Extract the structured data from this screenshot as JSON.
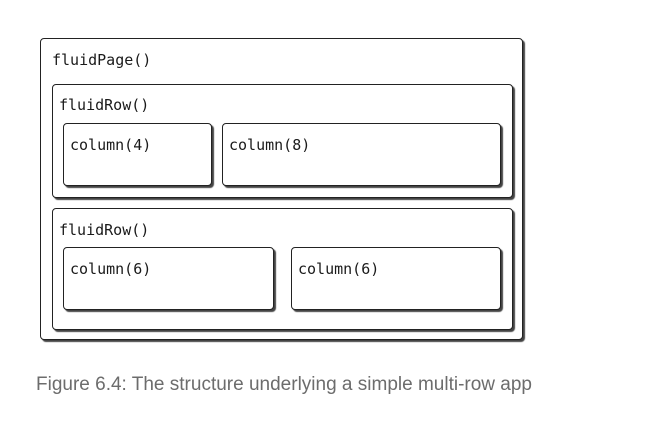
{
  "diagram": {
    "page": {
      "label": "fluidPage()"
    },
    "rows": [
      {
        "label": "fluidRow()",
        "columns": [
          {
            "label": "column(4)"
          },
          {
            "label": "column(8)"
          }
        ]
      },
      {
        "label": "fluidRow()",
        "columns": [
          {
            "label": "column(6)"
          },
          {
            "label": "column(6)"
          }
        ]
      }
    ]
  },
  "caption": "Figure 6.4: The structure underlying a simple multi-row app"
}
